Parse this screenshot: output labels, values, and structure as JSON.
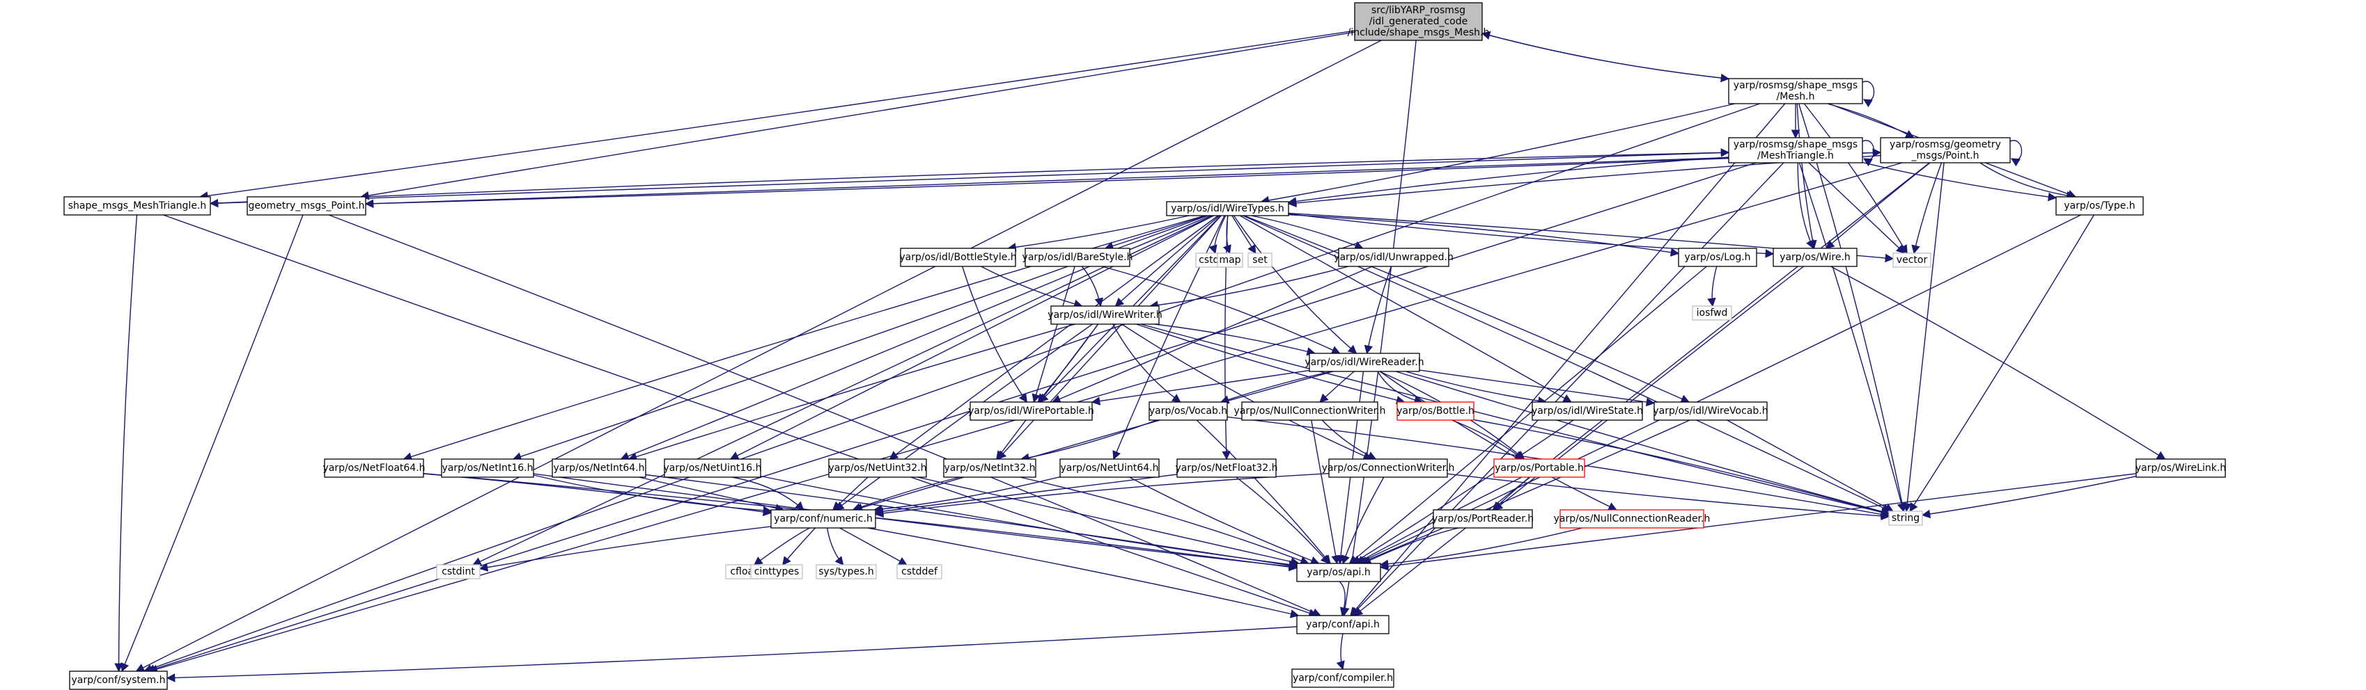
{
  "title": "src/libYARP_rosmsg/idl_generated_code/include/shape_msgs_Mesh.h",
  "colors": {
    "edge": "#191970",
    "node_border": "#000000",
    "root_fill": "#bfbfbf",
    "red_border": "#ff0000",
    "missing_border": "#bfbfbf",
    "missing_text": "#999999"
  },
  "nodes": [
    {
      "id": "root",
      "lines": [
        "src/libYARP_rosmsg",
        "/idl_generated_code",
        "/include/shape_msgs_Mesh.h"
      ],
      "style": "root"
    },
    {
      "id": "mesh_h",
      "lines": [
        "yarp/rosmsg/shape_msgs",
        "/Mesh.h"
      ],
      "style": "normal"
    },
    {
      "id": "meshtri_h",
      "lines": [
        "yarp/rosmsg/shape_msgs",
        "/MeshTriangle.h"
      ],
      "style": "normal"
    },
    {
      "id": "point_h",
      "lines": [
        "yarp/rosmsg/geometry",
        "_msgs/Point.h"
      ],
      "style": "normal"
    },
    {
      "id": "shape_msgs_meshtriangle",
      "lines": [
        "shape_msgs_MeshTriangle.h"
      ],
      "style": "normal"
    },
    {
      "id": "geometry_msgs_point",
      "lines": [
        "geometry_msgs_Point.h"
      ],
      "style": "normal"
    },
    {
      "id": "wiretypes",
      "lines": [
        "yarp/os/idl/WireTypes.h"
      ],
      "style": "normal"
    },
    {
      "id": "type_h",
      "lines": [
        "yarp/os/Type.h"
      ],
      "style": "normal"
    },
    {
      "id": "cstdio",
      "lines": [
        "cstdio"
      ],
      "style": "missing"
    },
    {
      "id": "map",
      "lines": [
        "map"
      ],
      "style": "missing"
    },
    {
      "id": "set",
      "lines": [
        "set"
      ],
      "style": "missing"
    },
    {
      "id": "vector",
      "lines": [
        "vector"
      ],
      "style": "missing"
    },
    {
      "id": "log_h",
      "lines": [
        "yarp/os/Log.h"
      ],
      "style": "normal"
    },
    {
      "id": "wire_h",
      "lines": [
        "yarp/os/Wire.h"
      ],
      "style": "normal"
    },
    {
      "id": "iosfwd",
      "lines": [
        "iosfwd"
      ],
      "style": "missing"
    },
    {
      "id": "bottlestyle",
      "lines": [
        "yarp/os/idl/BottleStyle.h"
      ],
      "style": "normal"
    },
    {
      "id": "barestyle",
      "lines": [
        "yarp/os/idl/BareStyle.h"
      ],
      "style": "normal"
    },
    {
      "id": "unwrapped",
      "lines": [
        "yarp/os/idl/Unwrapped.h"
      ],
      "style": "normal"
    },
    {
      "id": "wirewriter",
      "lines": [
        "yarp/os/idl/WireWriter.h"
      ],
      "style": "normal"
    },
    {
      "id": "wirereader",
      "lines": [
        "yarp/os/idl/WireReader.h"
      ],
      "style": "normal"
    },
    {
      "id": "wireportable",
      "lines": [
        "yarp/os/idl/WirePortable.h"
      ],
      "style": "normal"
    },
    {
      "id": "vocab",
      "lines": [
        "yarp/os/Vocab.h"
      ],
      "style": "normal"
    },
    {
      "id": "nullconnwriter",
      "lines": [
        "yarp/os/NullConnectionWriter.h"
      ],
      "style": "normal"
    },
    {
      "id": "bottle",
      "lines": [
        "yarp/os/Bottle.h"
      ],
      "style": "red"
    },
    {
      "id": "wirestate",
      "lines": [
        "yarp/os/idl/WireState.h"
      ],
      "style": "normal"
    },
    {
      "id": "wirevocab",
      "lines": [
        "yarp/os/idl/WireVocab.h"
      ],
      "style": "normal"
    },
    {
      "id": "netfloat64",
      "lines": [
        "yarp/os/NetFloat64.h"
      ],
      "style": "normal"
    },
    {
      "id": "netint16",
      "lines": [
        "yarp/os/NetInt16.h"
      ],
      "style": "normal"
    },
    {
      "id": "netint64",
      "lines": [
        "yarp/os/NetInt64.h"
      ],
      "style": "normal"
    },
    {
      "id": "netuint16",
      "lines": [
        "yarp/os/NetUint16.h"
      ],
      "style": "normal"
    },
    {
      "id": "netuint32",
      "lines": [
        "yarp/os/NetUint32.h"
      ],
      "style": "normal"
    },
    {
      "id": "netint32",
      "lines": [
        "yarp/os/NetInt32.h"
      ],
      "style": "normal"
    },
    {
      "id": "netuint64",
      "lines": [
        "yarp/os/NetUint64.h"
      ],
      "style": "normal"
    },
    {
      "id": "netfloat32",
      "lines": [
        "yarp/os/NetFloat32.h"
      ],
      "style": "normal"
    },
    {
      "id": "connwriter",
      "lines": [
        "yarp/os/ConnectionWriter.h"
      ],
      "style": "normal"
    },
    {
      "id": "portable",
      "lines": [
        "yarp/os/Portable.h"
      ],
      "style": "red"
    },
    {
      "id": "portreader",
      "lines": [
        "yarp/os/PortReader.h"
      ],
      "style": "normal"
    },
    {
      "id": "nullconnreader",
      "lines": [
        "yarp/os/NullConnectionReader.h"
      ],
      "style": "red"
    },
    {
      "id": "wirelink",
      "lines": [
        "yarp/os/WireLink.h"
      ],
      "style": "normal"
    },
    {
      "id": "string",
      "lines": [
        "string"
      ],
      "style": "missing"
    },
    {
      "id": "numeric",
      "lines": [
        "yarp/conf/numeric.h"
      ],
      "style": "normal"
    },
    {
      "id": "os_api",
      "lines": [
        "yarp/os/api.h"
      ],
      "style": "normal"
    },
    {
      "id": "cstdint",
      "lines": [
        "cstdint"
      ],
      "style": "missing"
    },
    {
      "id": "cfloat",
      "lines": [
        "cfloat"
      ],
      "style": "missing"
    },
    {
      "id": "cinttypes",
      "lines": [
        "cinttypes"
      ],
      "style": "missing"
    },
    {
      "id": "systypes",
      "lines": [
        "sys/types.h"
      ],
      "style": "missing"
    },
    {
      "id": "cstddef",
      "lines": [
        "cstddef"
      ],
      "style": "missing"
    },
    {
      "id": "conf_api",
      "lines": [
        "yarp/conf/api.h"
      ],
      "style": "normal"
    },
    {
      "id": "system_h",
      "lines": [
        "yarp/conf/system.h"
      ],
      "style": "normal"
    },
    {
      "id": "compiler_h",
      "lines": [
        "yarp/conf/compiler.h"
      ],
      "style": "normal"
    }
  ],
  "edges": [
    [
      "root",
      "mesh_h"
    ],
    [
      "root",
      "shape_msgs_meshtriangle"
    ],
    [
      "root",
      "geometry_msgs_point"
    ],
    [
      "root",
      "system_h"
    ],
    [
      "root",
      "conf_api"
    ],
    [
      "mesh_h",
      "root"
    ],
    [
      "mesh_h",
      "mesh_h"
    ],
    [
      "mesh_h",
      "meshtri_h"
    ],
    [
      "mesh_h",
      "point_h"
    ],
    [
      "mesh_h",
      "system_h"
    ],
    [
      "mesh_h",
      "wiretypes"
    ],
    [
      "mesh_h",
      "wire_h"
    ],
    [
      "mesh_h",
      "type_h"
    ],
    [
      "mesh_h",
      "vector"
    ],
    [
      "mesh_h",
      "string"
    ],
    [
      "mesh_h",
      "conf_api"
    ],
    [
      "meshtri_h",
      "meshtri_h"
    ],
    [
      "meshtri_h",
      "shape_msgs_meshtriangle"
    ],
    [
      "meshtri_h",
      "system_h"
    ],
    [
      "meshtri_h",
      "wiretypes"
    ],
    [
      "meshtri_h",
      "wire_h"
    ],
    [
      "meshtri_h",
      "type_h"
    ],
    [
      "meshtri_h",
      "vector"
    ],
    [
      "meshtri_h",
      "string"
    ],
    [
      "meshtri_h",
      "conf_api"
    ],
    [
      "point_h",
      "point_h"
    ],
    [
      "point_h",
      "geometry_msgs_point"
    ],
    [
      "point_h",
      "system_h"
    ],
    [
      "point_h",
      "wiretypes"
    ],
    [
      "point_h",
      "wire_h"
    ],
    [
      "point_h",
      "type_h"
    ],
    [
      "point_h",
      "vector"
    ],
    [
      "point_h",
      "string"
    ],
    [
      "point_h",
      "conf_api"
    ],
    [
      "shape_msgs_meshtriangle",
      "meshtri_h"
    ],
    [
      "shape_msgs_meshtriangle",
      "system_h"
    ],
    [
      "shape_msgs_meshtriangle",
      "conf_api"
    ],
    [
      "geometry_msgs_point",
      "point_h"
    ],
    [
      "geometry_msgs_point",
      "system_h"
    ],
    [
      "geometry_msgs_point",
      "conf_api"
    ],
    [
      "wiretypes",
      "cstdio"
    ],
    [
      "wiretypes",
      "map"
    ],
    [
      "wiretypes",
      "set"
    ],
    [
      "wiretypes",
      "vector"
    ],
    [
      "wiretypes",
      "log_h"
    ],
    [
      "wiretypes",
      "wire_h"
    ],
    [
      "wiretypes",
      "bottlestyle"
    ],
    [
      "wiretypes",
      "barestyle"
    ],
    [
      "wiretypes",
      "unwrapped"
    ],
    [
      "wiretypes",
      "wirewriter"
    ],
    [
      "wiretypes",
      "wirereader"
    ],
    [
      "wiretypes",
      "wireportable"
    ],
    [
      "wiretypes",
      "wirestate"
    ],
    [
      "wiretypes",
      "wirevocab"
    ],
    [
      "wiretypes",
      "netfloat64"
    ],
    [
      "wiretypes",
      "netint16"
    ],
    [
      "wiretypes",
      "netint64"
    ],
    [
      "wiretypes",
      "netuint16"
    ],
    [
      "wiretypes",
      "netuint32"
    ],
    [
      "wiretypes",
      "netint32"
    ],
    [
      "wiretypes",
      "netuint64"
    ],
    [
      "wiretypes",
      "netfloat32"
    ],
    [
      "wiretypes",
      "cstdint"
    ],
    [
      "wiretypes",
      "string"
    ],
    [
      "type_h",
      "string"
    ],
    [
      "type_h",
      "os_api"
    ],
    [
      "log_h",
      "iosfwd"
    ],
    [
      "log_h",
      "os_api"
    ],
    [
      "wire_h",
      "wirelink"
    ],
    [
      "wire_h",
      "portreader"
    ],
    [
      "bottlestyle",
      "wireportable"
    ],
    [
      "bottlestyle",
      "wirewriter"
    ],
    [
      "barestyle",
      "wireportable"
    ],
    [
      "barestyle",
      "wirewriter"
    ],
    [
      "barestyle",
      "wirereader"
    ],
    [
      "unwrapped",
      "wirewriter"
    ],
    [
      "unwrapped",
      "wirereader"
    ],
    [
      "unwrapped",
      "wireportable"
    ],
    [
      "wirewriter",
      "wirereader"
    ],
    [
      "wirewriter",
      "wireportable"
    ],
    [
      "wirewriter",
      "vocab"
    ],
    [
      "wirewriter",
      "bottle"
    ],
    [
      "wirewriter",
      "netint32"
    ],
    [
      "wirewriter",
      "netint64"
    ],
    [
      "wirewriter",
      "numeric"
    ],
    [
      "wirewriter",
      "connwriter"
    ],
    [
      "wirewriter",
      "string"
    ],
    [
      "wirereader",
      "wireportable"
    ],
    [
      "wirereader",
      "vocab"
    ],
    [
      "wirereader",
      "nullconnwriter"
    ],
    [
      "wirereader",
      "bottle"
    ],
    [
      "wirereader",
      "wirestate"
    ],
    [
      "wirereader",
      "wirevocab"
    ],
    [
      "wirereader",
      "numeric"
    ],
    [
      "wirereader",
      "portable"
    ],
    [
      "wirereader",
      "nullconnreader"
    ],
    [
      "wirereader",
      "string"
    ],
    [
      "wirereader",
      "os_api"
    ],
    [
      "vocab",
      "os_api"
    ],
    [
      "vocab",
      "string"
    ],
    [
      "vocab",
      "netint32"
    ],
    [
      "nullconnwriter",
      "connwriter"
    ],
    [
      "nullconnwriter",
      "os_api"
    ],
    [
      "bottle",
      "portable"
    ],
    [
      "bottle",
      "string"
    ],
    [
      "wirestate",
      "os_api"
    ],
    [
      "wirevocab",
      "os_api"
    ],
    [
      "wirevocab",
      "string"
    ],
    [
      "netfloat64",
      "numeric"
    ],
    [
      "netfloat64",
      "os_api"
    ],
    [
      "netint16",
      "numeric"
    ],
    [
      "netint16",
      "os_api"
    ],
    [
      "netint64",
      "numeric"
    ],
    [
      "netint64",
      "os_api"
    ],
    [
      "netuint16",
      "numeric"
    ],
    [
      "netuint16",
      "os_api"
    ],
    [
      "netuint32",
      "numeric"
    ],
    [
      "netuint32",
      "os_api"
    ],
    [
      "netint32",
      "numeric"
    ],
    [
      "netint32",
      "os_api"
    ],
    [
      "netuint64",
      "numeric"
    ],
    [
      "netuint64",
      "os_api"
    ],
    [
      "netfloat32",
      "numeric"
    ],
    [
      "netfloat32",
      "os_api"
    ],
    [
      "connwriter",
      "numeric"
    ],
    [
      "connwriter",
      "os_api"
    ],
    [
      "connwriter",
      "string"
    ],
    [
      "portable",
      "portreader"
    ],
    [
      "portable",
      "os_api"
    ],
    [
      "portreader",
      "os_api"
    ],
    [
      "nullconnreader",
      "os_api"
    ],
    [
      "wirelink",
      "string"
    ],
    [
      "wirelink",
      "os_api"
    ],
    [
      "numeric",
      "cstdint"
    ],
    [
      "numeric",
      "cfloat"
    ],
    [
      "numeric",
      "cinttypes"
    ],
    [
      "numeric",
      "systypes"
    ],
    [
      "numeric",
      "cstddef"
    ],
    [
      "numeric",
      "conf_api"
    ],
    [
      "os_api",
      "conf_api"
    ],
    [
      "conf_api",
      "system_h"
    ],
    [
      "conf_api",
      "compiler_h"
    ]
  ]
}
